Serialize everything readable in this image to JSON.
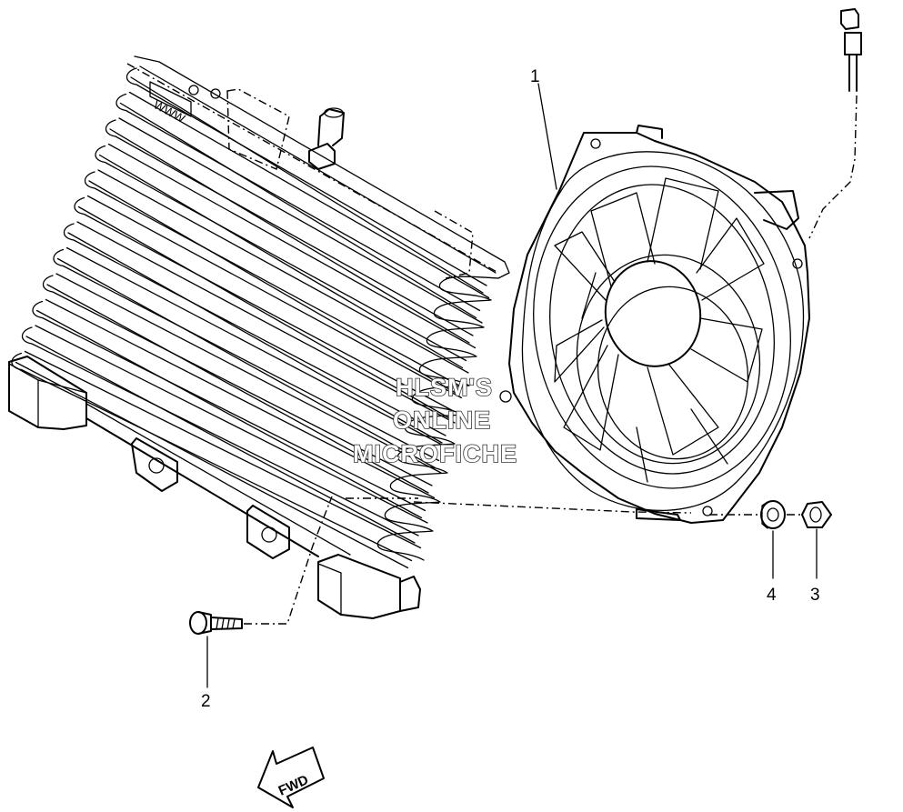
{
  "callouts": [
    {
      "id": "1",
      "label": "1"
    },
    {
      "id": "2",
      "label": "2"
    },
    {
      "id": "3",
      "label": "3"
    },
    {
      "id": "4",
      "label": "4"
    }
  ],
  "direction_arrow": {
    "label": "FWD"
  },
  "watermark": {
    "line1": "HLSM'S",
    "line2": "ONLINE",
    "line3": "MICROFICHE"
  },
  "radiator_label": {
    "text": "WWW"
  }
}
